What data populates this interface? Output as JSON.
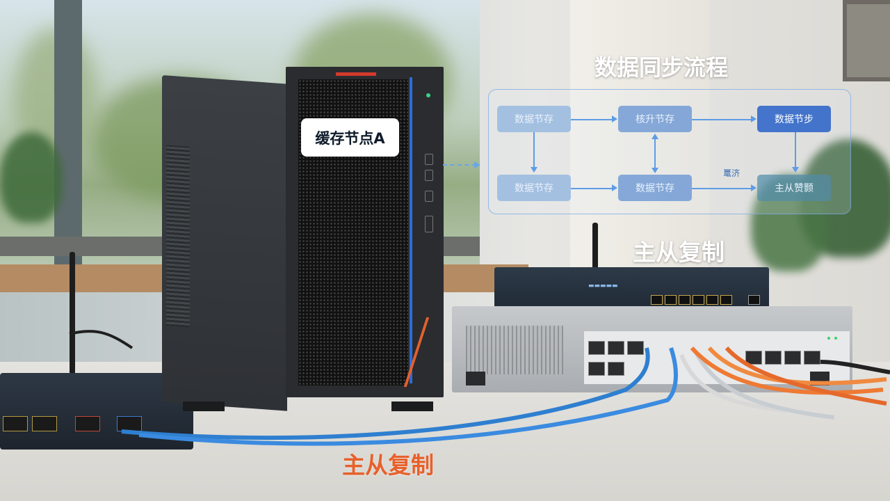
{
  "server_label": "缓存节点A",
  "flow": {
    "title": "数据同步流程",
    "nodes": [
      {
        "id": "n1",
        "label": "数据节存"
      },
      {
        "id": "n2",
        "label": "核升节存"
      },
      {
        "id": "n3",
        "label": "数据节步"
      },
      {
        "id": "n4",
        "label": "数据节存"
      },
      {
        "id": "n5",
        "label": "数据节存"
      },
      {
        "id": "n6",
        "label": "主从赞颢"
      }
    ],
    "edge_label": "鼍济"
  },
  "captions": {
    "replication_white": "主从复制",
    "replication_orange": "主从复制"
  },
  "colors": {
    "orange_caption": "#e8602a",
    "flow_border": "#78aae6",
    "node_dark": "#2d64c8"
  }
}
